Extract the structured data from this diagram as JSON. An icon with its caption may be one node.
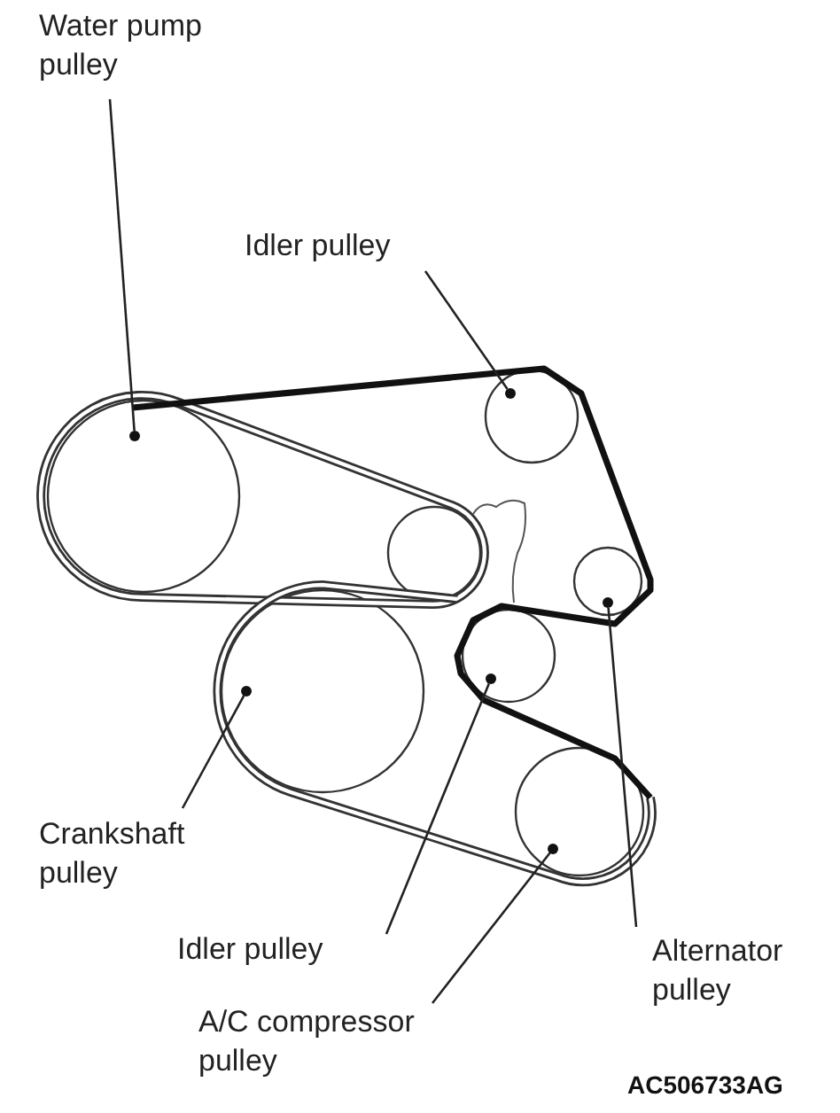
{
  "diagram": {
    "nodes": [
      {
        "text": [
          "Water pump pulley"
        ]
      },
      {
        "text": [
          "Idler pulley"
        ]
      },
      {
        "text": [
          "Crankshaft pulley"
        ]
      },
      {
        "text": [
          "Idler pulley"
        ]
      },
      {
        "text": [
          "Alternator pulley"
        ]
      },
      {
        "text": [
          "A/C compressor pulley"
        ]
      },
      {
        "text": [],
        "shape": "circle"
      },
      {
        "text": [],
        "shape": "circle"
      },
      {
        "text": [],
        "shape": "circle"
      },
      {
        "text": [],
        "shape": "circle"
      },
      {
        "text": [],
        "shape": "circle"
      },
      {
        "text": [],
        "shape": "circle"
      }
    ],
    "edges": [
      {
        "from": 0,
        "to": 6,
        "arrow": "none"
      },
      {
        "from": 1,
        "to": 7,
        "arrow": "none"
      },
      {
        "from": 2,
        "to": 8,
        "arrow": "none"
      },
      {
        "from": 3,
        "to": 9,
        "arrow": "none"
      },
      {
        "from": 4,
        "to": 10,
        "arrow": "none"
      },
      {
        "from": 5,
        "to": 11,
        "arrow": "none"
      }
    ],
    "labels": [
      "AC506733AG"
    ]
  }
}
